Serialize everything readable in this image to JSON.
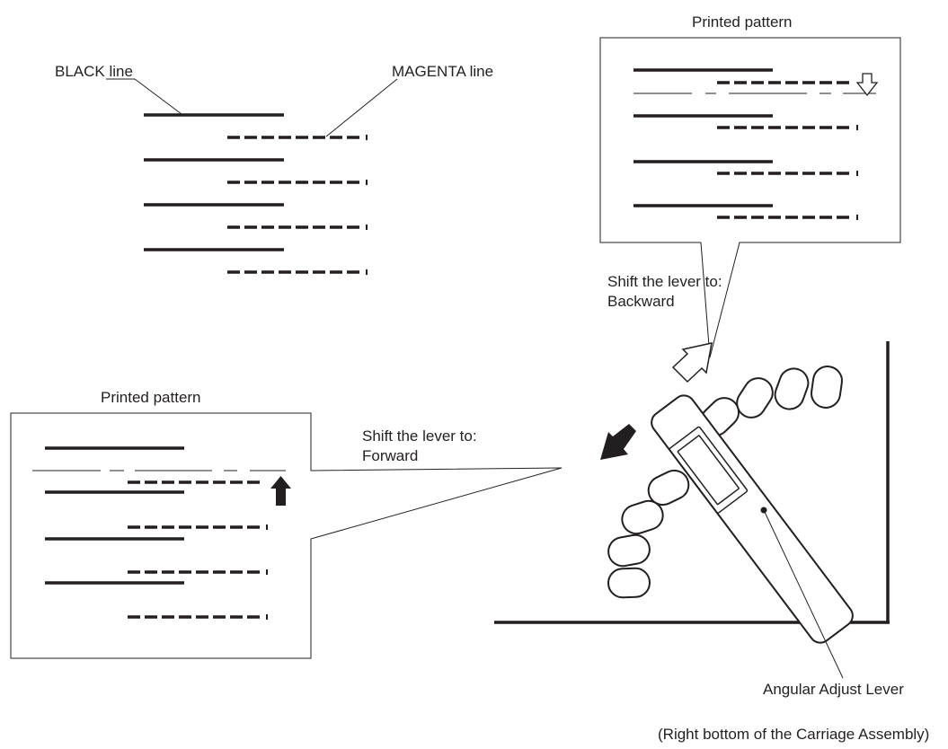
{
  "labels": {
    "black_line": "BLACK line",
    "magenta_line": "MAGENTA line",
    "printed_pattern_top": "Printed pattern",
    "printed_pattern_left": "Printed pattern",
    "shift_backward_1": "Shift the lever to:",
    "shift_backward_2": "Backward",
    "shift_forward_1": "Shift the lever to:",
    "shift_forward_2": "Forward",
    "angular_lever": "Angular Adjust Lever",
    "caption": "(Right bottom of the Carriage Assembly)"
  },
  "colors": {
    "ink": "#231f20",
    "background": "#ffffff"
  },
  "icons": {
    "backward_arrow": "hollow-arrow-up-right-icon",
    "forward_arrow": "filled-arrow-down-left-icon",
    "pattern_down_arrow": "hollow-arrow-down-icon",
    "pattern_up_arrow": "filled-arrow-up-icon"
  }
}
